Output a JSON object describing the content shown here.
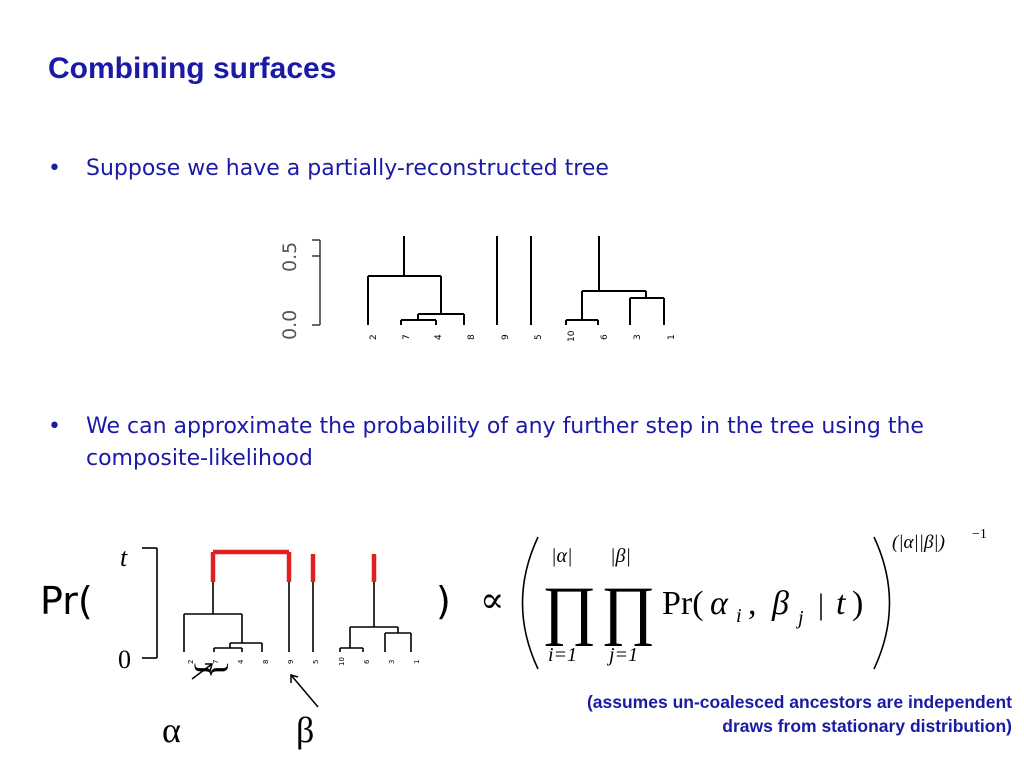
{
  "slide": {
    "title": "Combining surfaces",
    "bullets": [
      "Suppose we have a partially-reconstructed tree",
      "We can approximate the probability of any further step in the tree using the composite-likelihood"
    ],
    "bullet_symbol": "•",
    "note_line1": "(assumes un-coalesced ancestors are independent",
    "note_line2": "draws from stationary distribution)"
  },
  "tree": {
    "axis_ticks": [
      "0.0",
      "0.5"
    ],
    "leaf_labels": [
      "2",
      "7",
      "4",
      "8",
      "9",
      "5",
      "10",
      "6",
      "3",
      "1"
    ]
  },
  "formula": {
    "pr_open": "Pr(",
    "pr_close": ")",
    "t_label": "t",
    "zero_label": "0",
    "alpha_symbol": "α",
    "beta_symbol": "β",
    "brace": "}",
    "proportional": "∝",
    "abs_alpha": "|α|",
    "abs_beta": "|β|",
    "prod_symbol": "∏",
    "i_eq_1": "i=1",
    "j_eq_1": "j=1",
    "pr_term": "Pr(",
    "alpha_i": "α",
    "sub_i": "i",
    "comma": ",",
    "beta_j": "β",
    "sub_j": "j",
    "bar": "|",
    "t_var": "t",
    "close_paren": ")",
    "exponent": "(|α||β|)",
    "exp_power": "−1"
  },
  "colors": {
    "title": "#1a1aa6",
    "text": "#1a1aa6",
    "tree": "#000000",
    "highlight": "#e02020"
  }
}
